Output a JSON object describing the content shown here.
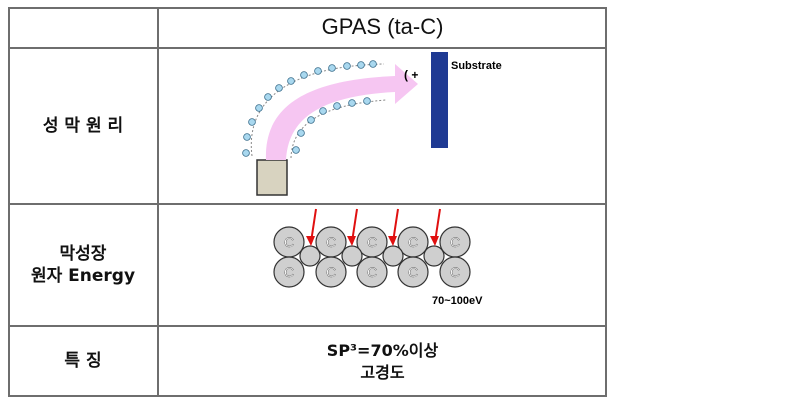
{
  "header": {
    "title": "GPAS (ta-C)"
  },
  "rows": [
    {
      "label": "성 막 원 리"
    },
    {
      "label_line1": "막성장",
      "label_line2": "원자 Energy"
    },
    {
      "label": "특 징"
    }
  ],
  "deposition": {
    "substrate_label": "Substrate",
    "charge_text": "( +"
  },
  "growth": {
    "atom_label": "C",
    "energy_label": "70~100eV"
  },
  "feature": {
    "line1": "SP³=70%이상",
    "line2": "고경도"
  },
  "colors": {
    "substrate": "#1f3a93",
    "arrow": "#f6c6f2",
    "ion": "#a9d8ef",
    "atom": "#cfcfcf",
    "impact_arrow": "#e01010",
    "source": "#d8d3c0"
  }
}
